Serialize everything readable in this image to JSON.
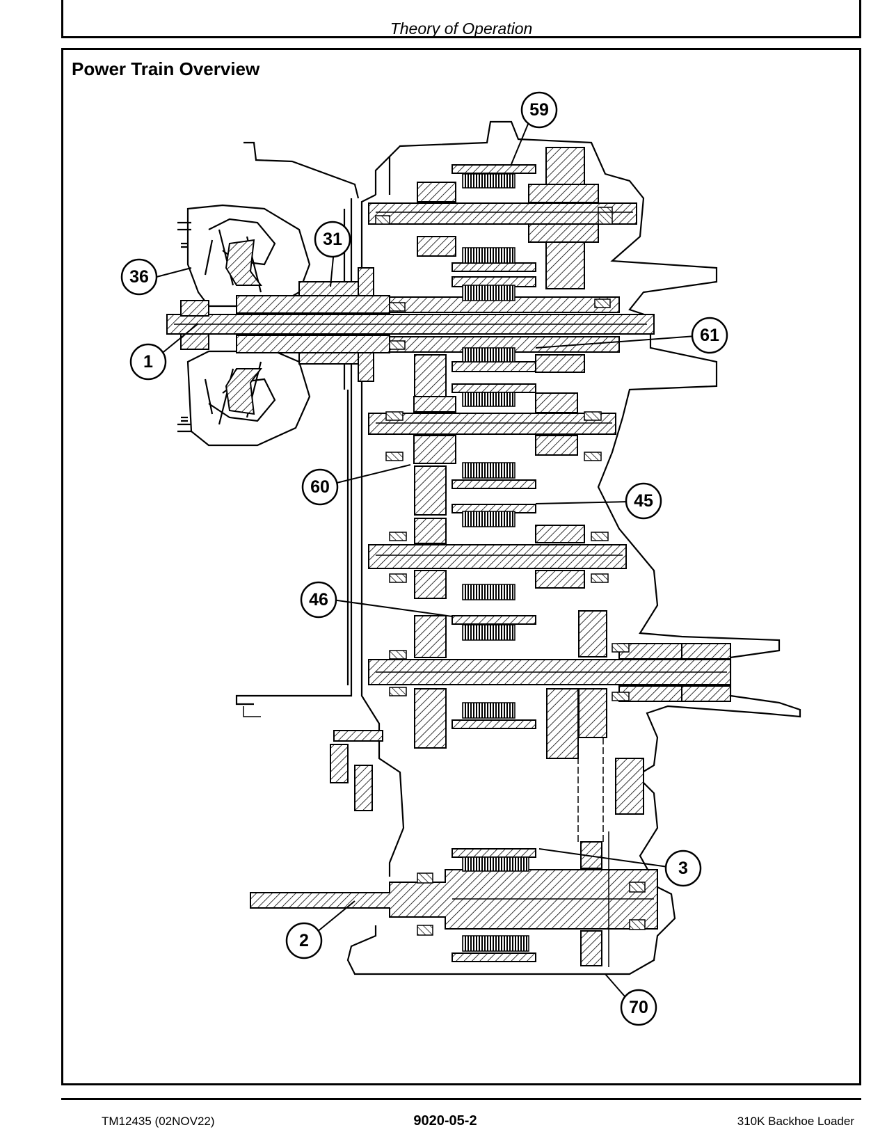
{
  "header": {
    "section_title": "Theory of Operation"
  },
  "figure": {
    "title": "Power Train Overview",
    "callouts": [
      "59",
      "31",
      "36",
      "1",
      "61",
      "60",
      "45",
      "46",
      "3",
      "2",
      "70"
    ]
  },
  "footer": {
    "doc_id": "TM12435 (02NOV22)",
    "page_number": "9020-05-2",
    "model": "310K Backhoe Loader"
  }
}
